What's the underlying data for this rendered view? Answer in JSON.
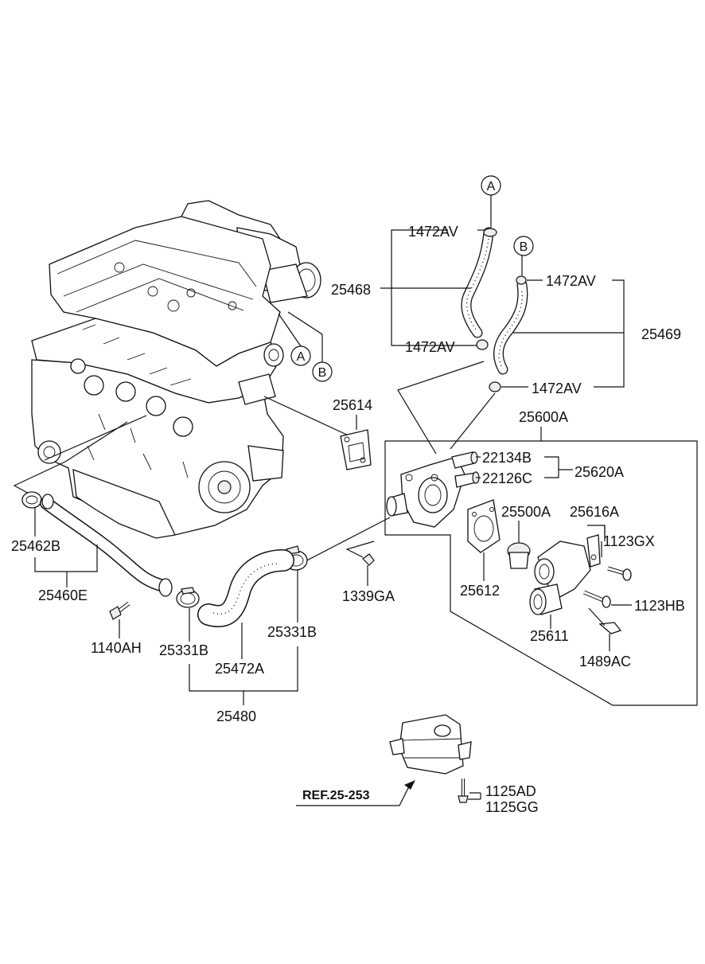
{
  "callouts": {
    "A_top": "A",
    "B_top": "B",
    "A_engine": "A",
    "B_engine": "B"
  },
  "labels": {
    "p1472AV_1": "1472AV",
    "p1472AV_2": "1472AV",
    "p1472AV_3": "1472AV",
    "p1472AV_4": "1472AV",
    "p25468": "25468",
    "p25469": "25469",
    "p25614": "25614",
    "p25600A": "25600A",
    "p22134B": "22134B",
    "p22126C": "22126C",
    "p25620A": "25620A",
    "p25500A": "25500A",
    "p25616A": "25616A",
    "p1123GX": "1123GX",
    "p25612": "25612",
    "p1123HB": "1123HB",
    "p25611": "25611",
    "p1489AC": "1489AC",
    "p1339GA": "1339GA",
    "p25462B": "25462B",
    "p25460E": "25460E",
    "p1140AH": "1140AH",
    "p25331B_1": "25331B",
    "p25331B_2": "25331B",
    "p25472A": "25472A",
    "p25480": "25480",
    "p1125AD": "1125AD",
    "p1125GG": "1125GG",
    "ref": "REF.25-253"
  }
}
